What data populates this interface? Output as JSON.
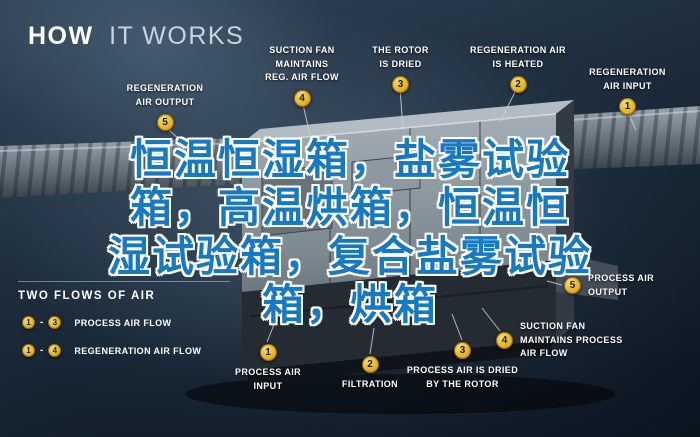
{
  "title": {
    "word1": "HOW",
    "word2": "IT WORKS"
  },
  "watermark": {
    "line1": "恒温恒湿箱，盐雾试验",
    "line2": "箱，高温烘箱，恒温恒",
    "line3": "湿试验箱，复合盐雾试验",
    "line4": "箱，烘箱",
    "color": "#1879c0"
  },
  "top_callouts": [
    {
      "num": "5",
      "label": "REGENERATION\nAIR OUTPUT"
    },
    {
      "num": "4",
      "label": "SUCTION FAN\nMAINTAINS\nREG. AIR FLOW"
    },
    {
      "num": "3",
      "label": "THE ROTOR\nIS DRIED"
    },
    {
      "num": "2",
      "label": "REGENERATION AIR\nIS HEATED"
    },
    {
      "num": "1",
      "label": "REGENERATION\nAIR INPUT"
    }
  ],
  "bottom_callouts": [
    {
      "num": "1",
      "label": "PROCESS AIR\nINPUT"
    },
    {
      "num": "2",
      "label": "FILTRATION"
    },
    {
      "num": "3",
      "label": "PROCESS AIR IS DRIED\nBY THE ROTOR"
    },
    {
      "num": "4",
      "label": "SUCTION FAN\nMAINTAINS PROCESS\nAIR FLOW"
    },
    {
      "num": "5",
      "label": "PROCESS AIR\nOUTPUT"
    }
  ],
  "legend": {
    "heading": "TWO FLOWS OF AIR",
    "separator": "-",
    "flows": [
      {
        "from": "1",
        "to": "3",
        "label": "PROCESS AIR FLOW"
      },
      {
        "from": "1",
        "to": "4",
        "label": "REGENERATION AIR FLOW"
      }
    ]
  },
  "colors": {
    "badge_gold": "#e8b93c",
    "label_text": "#ffffff",
    "background_dark": "#0b1520",
    "watermark_blue": "#1879c0"
  }
}
